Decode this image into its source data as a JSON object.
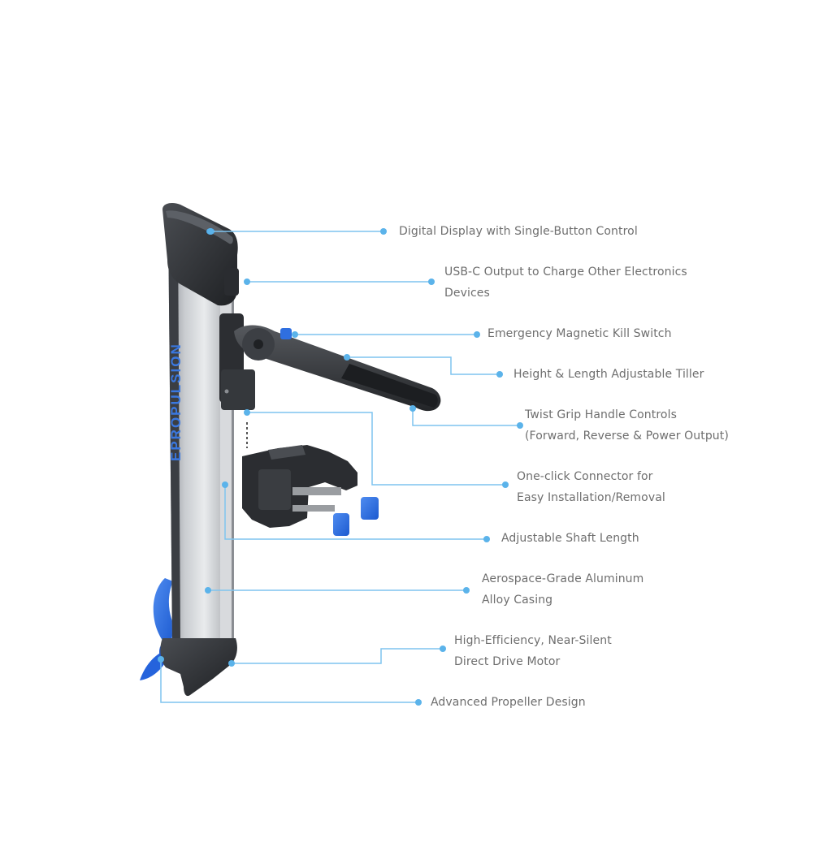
{
  "brand": {
    "shaft_logo_text": "EPROPULSION",
    "accent_color": "#2f6fe0",
    "leader_color": "#7fc4ef"
  },
  "callouts": [
    {
      "id": "display",
      "lines": [
        "Digital Display with Single-Button Control"
      ]
    },
    {
      "id": "usb",
      "lines": [
        "USB-C Output to Charge Other Electronics",
        "Devices"
      ]
    },
    {
      "id": "kill",
      "lines": [
        "Emergency Magnetic Kill Switch"
      ]
    },
    {
      "id": "tiller",
      "lines": [
        "Height & Length Adjustable Tiller"
      ]
    },
    {
      "id": "twist",
      "lines": [
        "Twist Grip Handle Controls",
        "(Forward, Reverse & Power Output)"
      ]
    },
    {
      "id": "connector",
      "lines": [
        "One-click Connector for",
        "Easy Installation/Removal"
      ]
    },
    {
      "id": "shaft",
      "lines": [
        "Adjustable Shaft Length"
      ]
    },
    {
      "id": "casing",
      "lines": [
        "Aerospace-Grade Aluminum",
        "Alloy Casing"
      ]
    },
    {
      "id": "motor",
      "lines": [
        "High-Efficiency, Near-Silent",
        "Direct Drive Motor"
      ]
    },
    {
      "id": "propeller",
      "lines": [
        "Advanced Propeller Design"
      ]
    }
  ]
}
